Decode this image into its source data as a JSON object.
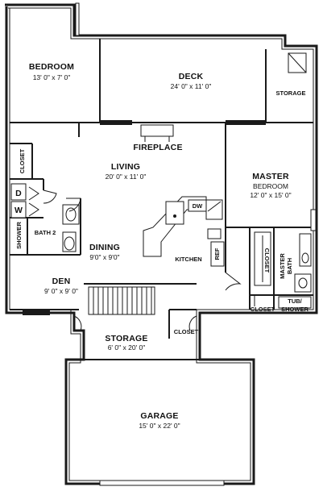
{
  "rooms": {
    "bedroom": {
      "name": "BEDROOM",
      "dim": "13' 0\" x 7' 0\""
    },
    "deck": {
      "name": "DECK",
      "dim": "24' 0\" x 11' 0\""
    },
    "storage_top": {
      "name": "STORAGE"
    },
    "fireplace": {
      "name": "FIREPLACE"
    },
    "living": {
      "name": "LIVING",
      "dim": "20' 0\" x 11' 0\""
    },
    "master": {
      "name_line1": "MASTER",
      "name_line2": "BEDROOM",
      "dim": "12' 0\" x 15' 0\""
    },
    "closet_left": {
      "name": "CLOSET"
    },
    "washer": {
      "name": "W"
    },
    "dryer": {
      "name": "D"
    },
    "shower": {
      "name": "SHOWER"
    },
    "bath2": {
      "name": "BATH 2"
    },
    "dining": {
      "name": "DINING",
      "dim": "9'0\" x 9'0\""
    },
    "dw": {
      "name": "DW"
    },
    "kitchen": {
      "name": "KITCHEN"
    },
    "ref": {
      "name": "REF"
    },
    "master_closet": {
      "name": "CLOSET"
    },
    "master_bath": {
      "name_line1": "MASTER",
      "name_line2": "BATH"
    },
    "closet_mid": {
      "name": "CLOSET"
    },
    "tub": {
      "name_line1": "TUB/",
      "name_line2": "SHOWER"
    },
    "den": {
      "name": "DEN",
      "dim": "9' 0\" x 9' 0\""
    },
    "storage_mid": {
      "name": "STORAGE",
      "dim": "6' 0\" x 20' 0\""
    },
    "closet_small": {
      "name": "CLOSET"
    },
    "garage": {
      "name": "GARAGE",
      "dim": "15' 0\" x 22' 0\""
    }
  }
}
